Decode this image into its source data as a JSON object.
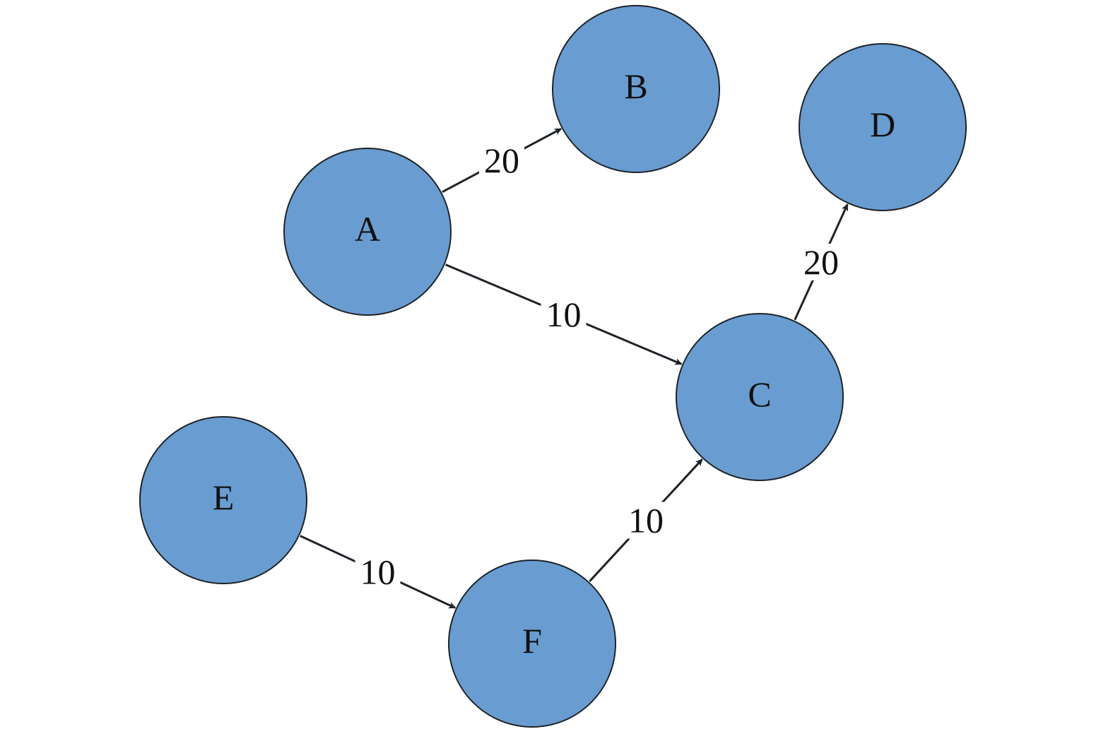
{
  "colors": {
    "node_fill": "#699dd1",
    "node_stroke": "#1e2328",
    "edge": "#1e2328",
    "text": "#111111"
  },
  "nodes": [
    {
      "id": "A",
      "label": "A"
    },
    {
      "id": "B",
      "label": "B"
    },
    {
      "id": "C",
      "label": "C"
    },
    {
      "id": "D",
      "label": "D"
    },
    {
      "id": "E",
      "label": "E"
    },
    {
      "id": "F",
      "label": "F"
    }
  ],
  "edges": [
    {
      "from": "A",
      "to": "B",
      "label": "20"
    },
    {
      "from": "A",
      "to": "C",
      "label": "10"
    },
    {
      "from": "C",
      "to": "D",
      "label": "20"
    },
    {
      "from": "E",
      "to": "F",
      "label": "10"
    },
    {
      "from": "F",
      "to": "C",
      "label": "10"
    }
  ]
}
